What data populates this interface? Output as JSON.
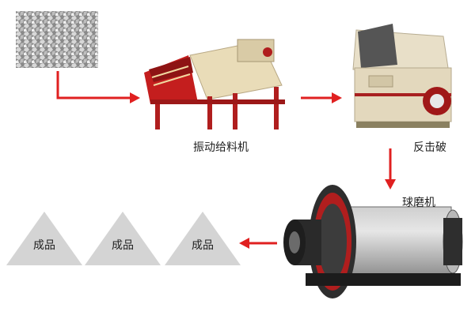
{
  "process": {
    "feeder_label": "振动给料机",
    "crusher_label": "反击破",
    "mill_label": "球磨机"
  },
  "products": [
    {
      "label": "成品"
    },
    {
      "label": "成品"
    },
    {
      "label": "成品"
    }
  ],
  "colors": {
    "arrow": "#e02020",
    "product_triangle": "#d4d4d4",
    "feeder_frame": "#b01e1e",
    "feeder_body": "#e9dcb8",
    "crusher_body": "#e8dfc8",
    "mill_drum": "#3a3a3a"
  }
}
